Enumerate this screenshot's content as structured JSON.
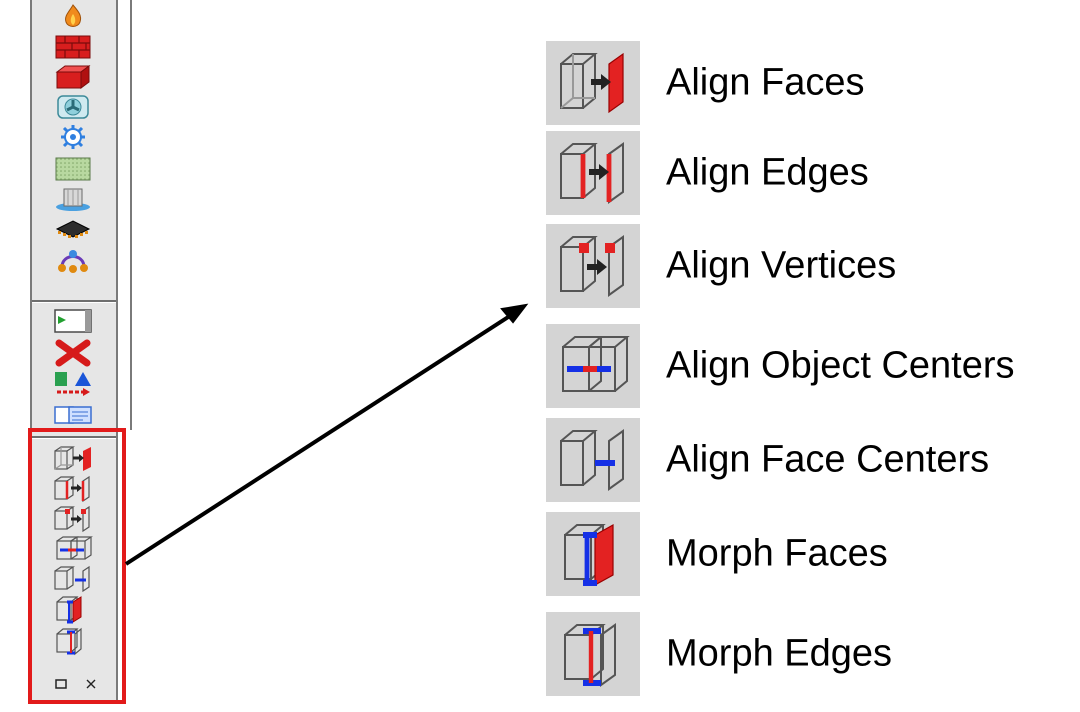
{
  "toolbar": {
    "icons": [
      "flame-icon",
      "brick-wall-icon",
      "red-box-icon",
      "fan-icon",
      "gear-icon",
      "grid-plate-icon",
      "blower-icon",
      "chip-package-icon",
      "network-icon",
      "new-object-icon",
      "delete-icon",
      "transform-icon",
      "copy-icon",
      "align-faces-icon",
      "align-edges-icon",
      "align-vertices-icon",
      "align-object-centers-icon",
      "align-face-centers-icon",
      "morph-faces-icon",
      "morph-edges-icon"
    ],
    "footer_icons": [
      "square-icon",
      "close-icon"
    ]
  },
  "legend": [
    {
      "label": "Align Faces",
      "icon": "align-faces-icon"
    },
    {
      "label": "Align Edges",
      "icon": "align-edges-icon"
    },
    {
      "label": "Align Vertices",
      "icon": "align-vertices-icon"
    },
    {
      "label": "Align Object Centers",
      "icon": "align-object-centers-icon"
    },
    {
      "label": "Align Face Centers",
      "icon": "align-face-centers-icon"
    },
    {
      "label": "Morph Faces",
      "icon": "morph-faces-icon"
    },
    {
      "label": "Morph Edges",
      "icon": "morph-edges-icon"
    }
  ],
  "colors": {
    "highlight": "#e21a1a",
    "accent_red": "#e32222",
    "accent_blue": "#1530e6"
  }
}
